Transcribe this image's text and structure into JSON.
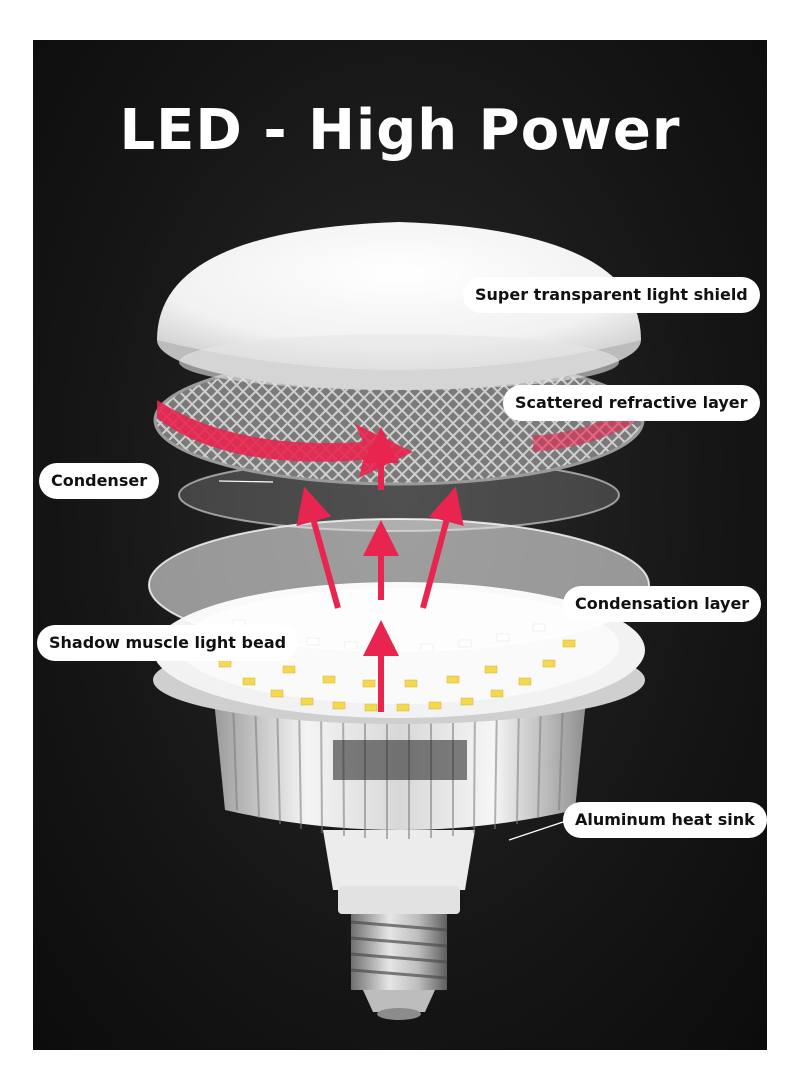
{
  "title": "LED - High Power",
  "labels": {
    "light_shield": "Super transparent light shield",
    "refractive_layer": "Scattered refractive layer",
    "condenser": "Condenser",
    "condensation_layer": "Condensation layer",
    "light_bead": "Shadow muscle light bead",
    "heat_sink": "Aluminum heat sink"
  },
  "colors": {
    "background": "#161616",
    "arrow": "#e8254f",
    "label_bg": "#ffffff",
    "label_text": "#111111"
  }
}
